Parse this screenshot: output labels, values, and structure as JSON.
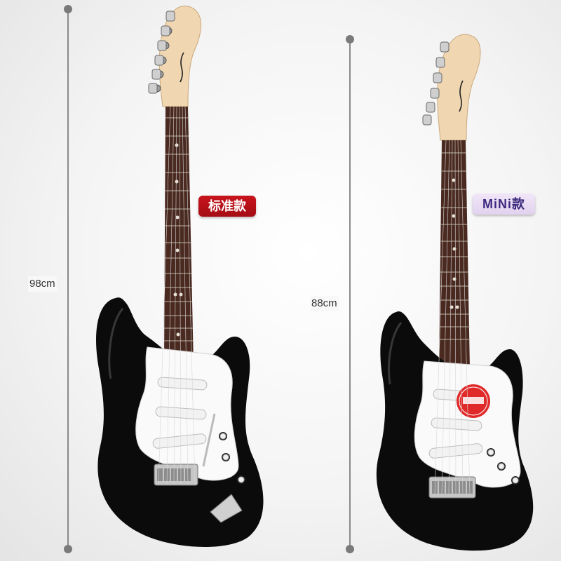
{
  "measurements": {
    "standard_length": "98cm",
    "mini_length": "88cm"
  },
  "badges": {
    "standard": "标准款",
    "mini": "MiNi款"
  },
  "colors": {
    "body": "#0b0b0b",
    "pickguard": "#fafafa",
    "fretboard": "#4a2a20",
    "headstock": "#f1d8b6",
    "standard_badge": "#b8121a",
    "mini_badge": "#e9dcf3",
    "mini_badge_text": "#3b2a7d",
    "measure_line": "#8a8a8a"
  }
}
